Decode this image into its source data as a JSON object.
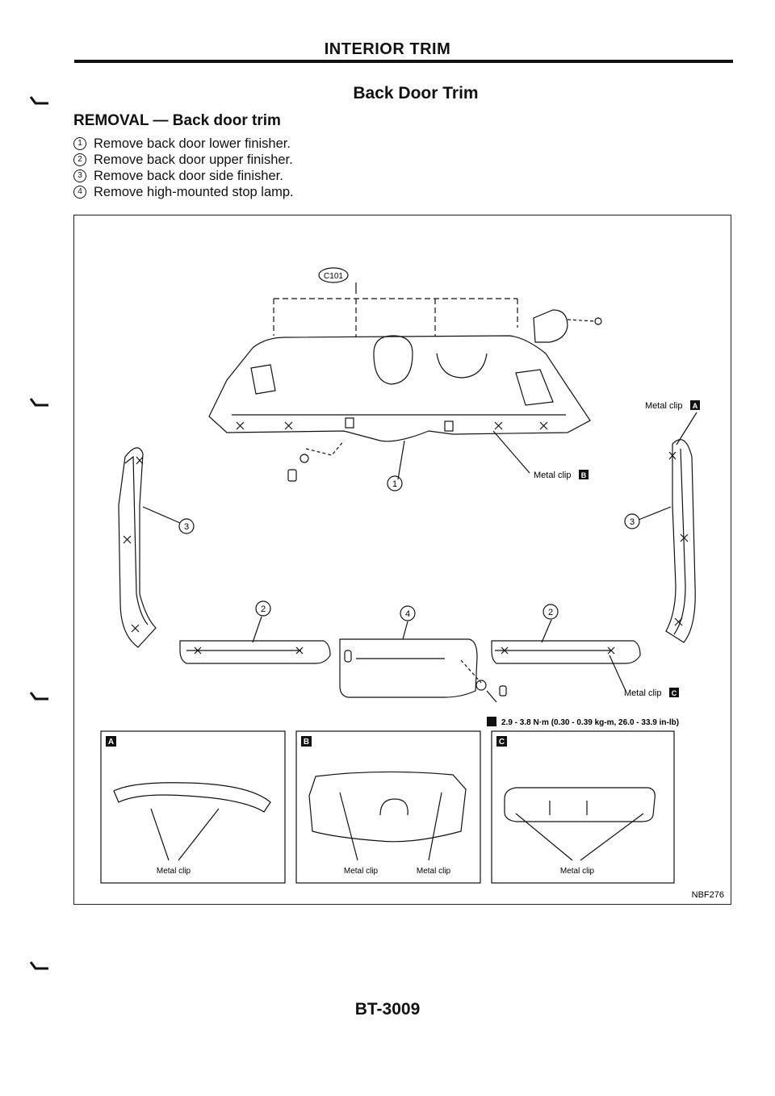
{
  "header": {
    "title": "INTERIOR TRIM"
  },
  "section_title": "Back Door Trim",
  "removal": {
    "heading": "REMOVAL — Back door trim",
    "steps": [
      {
        "num": "1",
        "text": "Remove back door lower finisher."
      },
      {
        "num": "2",
        "text": "Remove back door upper finisher."
      },
      {
        "num": "3",
        "text": "Remove back door side finisher."
      },
      {
        "num": "4",
        "text": "Remove high-mounted stop lamp."
      }
    ]
  },
  "figure": {
    "connector_label": "C101",
    "callouts": {
      "one": "1",
      "two": "2",
      "three": "3",
      "four": "4"
    },
    "metal_clip_text": "Metal clip",
    "detail_letters": {
      "a": "A",
      "b": "B",
      "c": "C"
    },
    "torque_spec": "2.9 - 3.8 N·m (0.30 - 0.39 kg-m, 26.0 - 33.9 in-lb)",
    "figure_code": "NBF276"
  },
  "footer": {
    "page_code": "BT-3009"
  }
}
